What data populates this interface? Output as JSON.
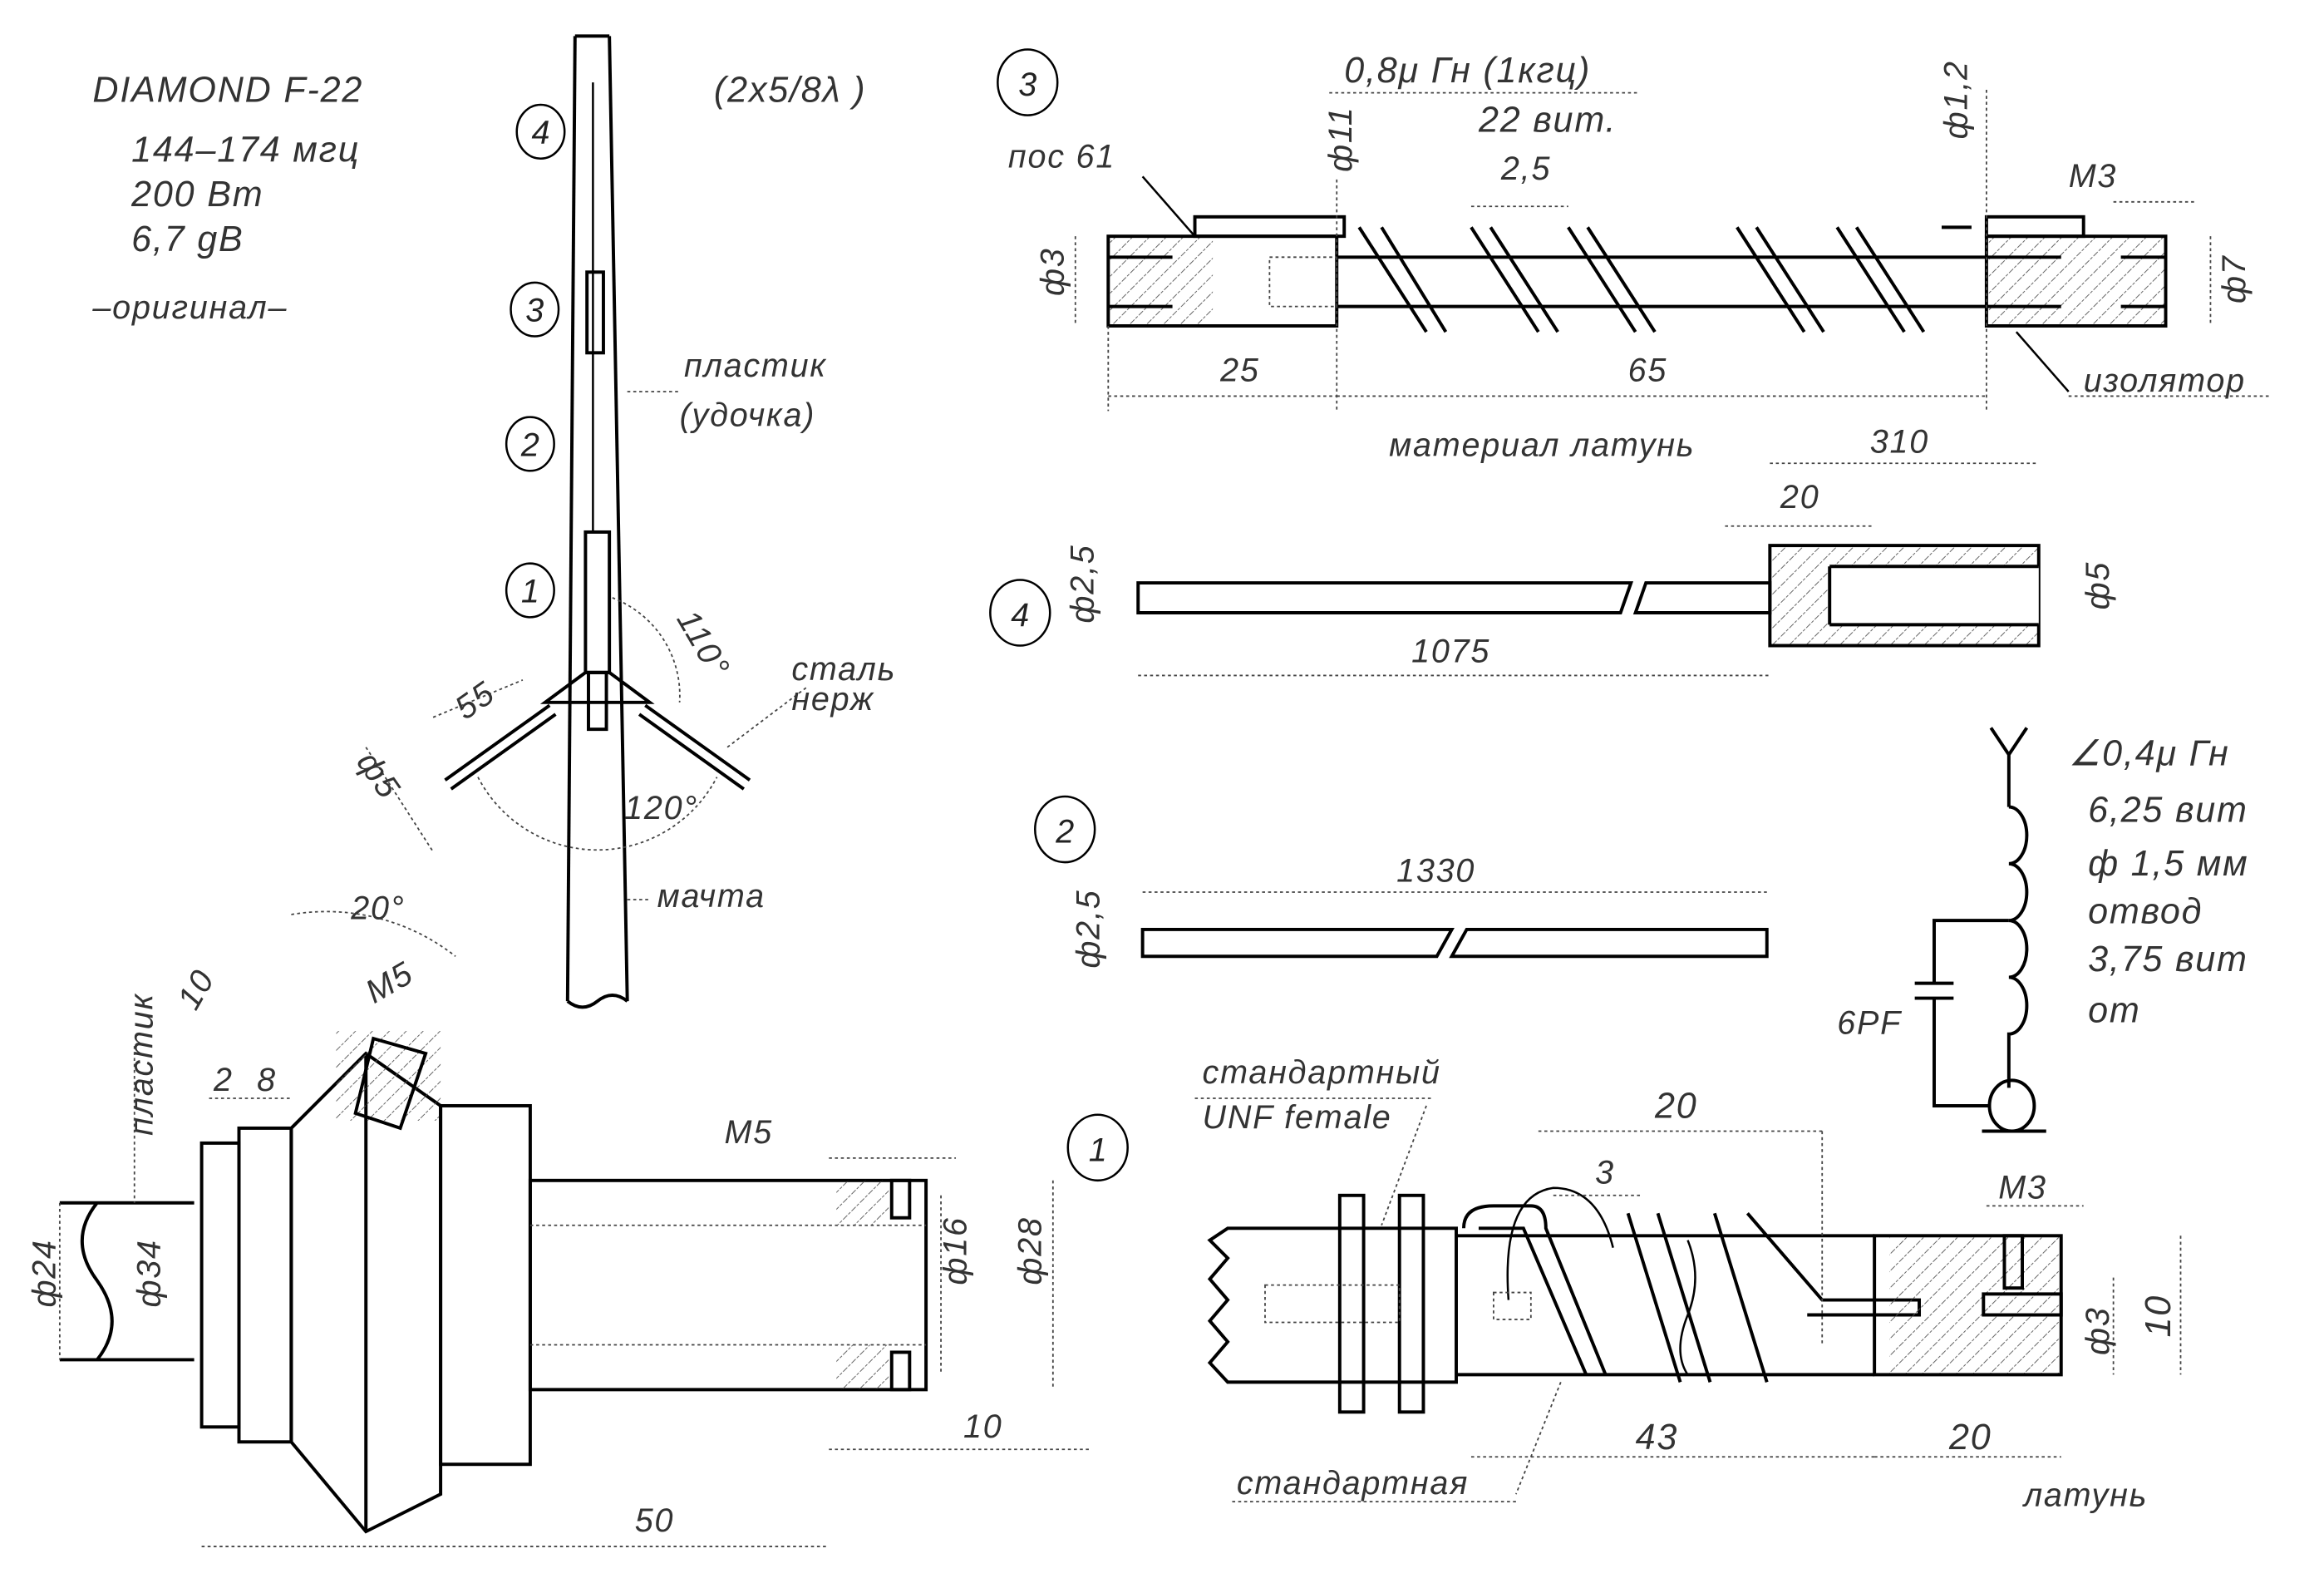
{
  "header": {
    "model": "DIAMOND   F-22",
    "freq": "144–174  мгц",
    "power": "200  Вт",
    "gain": "6,7  gB",
    "original": "–оригинал–",
    "config": "(2x5/8λ )"
  },
  "antenna": {
    "labels": [
      "4",
      "3",
      "2",
      "1"
    ],
    "plastic": "пластик",
    "rod": "(удочка)",
    "steel1": "сталь",
    "steel2": "нерж",
    "mast": "мачта",
    "angle1": "110°",
    "angle2": "120°",
    "len": "55",
    "dia": "ф5"
  },
  "part3": {
    "num": "3",
    "induct": "0,8μ Гн (1кгц)",
    "turns": "22  вит.",
    "pos": "пос 61",
    "d11": "ф11",
    "pitch": "2,5",
    "d12": "ф1,2",
    "m3": "М3",
    "d3": "ф3",
    "d7": "ф7",
    "l25": "25",
    "l65": "65",
    "insulator": "изолятор"
  },
  "part4": {
    "material": "материал  латунь",
    "l310": "310",
    "l20": "20",
    "num": "4",
    "d25": "ф2,5",
    "d5": "ф5",
    "l1075": "1075"
  },
  "part2": {
    "num": "2",
    "l1330": "1330",
    "d25": "ф2,5"
  },
  "schematic": {
    "l1": "∠0,4μ  Гн",
    "l2": "6,25  вит",
    "l3": "ф  1,5  мм",
    "l4": "отвод",
    "l5": "3,75  вит",
    "l6": "от",
    "cap": "6PF"
  },
  "part1": {
    "num": "1",
    "plastic": "пластик",
    "angle": "20°",
    "d10": "10",
    "m5a": "М5",
    "d2": "2",
    "d8": "8",
    "m5b": "М5",
    "d24": "ф24",
    "d34": "ф34",
    "d16": "ф16",
    "d28": "ф28",
    "l10": "10",
    "l50": "50"
  },
  "connector": {
    "std": "стандартный",
    "unf": "UNF  female",
    "l20a": "20",
    "l3": "3",
    "m3": "М3",
    "d10": "10",
    "d3": "ф3",
    "l43": "43",
    "l20b": "20",
    "std2": "стандартная",
    "brass": "латунь"
  }
}
